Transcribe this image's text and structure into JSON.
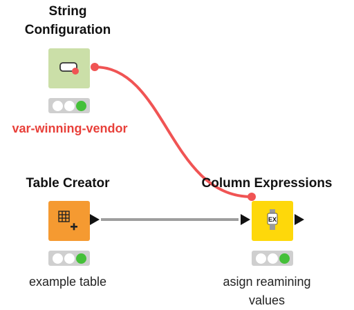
{
  "colors": {
    "flow_variable_connection": "#f05454",
    "data_connection": "#9e9e9e",
    "config_node": "#cbdfa8",
    "source_node": "#f59a31",
    "manipulator_node": "#fed80a",
    "status_green": "#45c039",
    "annotation_red": "#e8403a"
  },
  "nodes": {
    "string_config": {
      "title_line1": "String",
      "title_line2": "Configuration",
      "icon": "string-widget-icon",
      "label": "var-winning-vendor",
      "status": "green"
    },
    "table_creator": {
      "title": "Table Creator",
      "icon": "table-plus-icon",
      "label": "example table",
      "status": "green"
    },
    "column_expressions": {
      "title": "Column Expressions",
      "icon_text": "EX",
      "label_line1": "asign reamining",
      "label_line2": "values",
      "status": "green"
    }
  }
}
